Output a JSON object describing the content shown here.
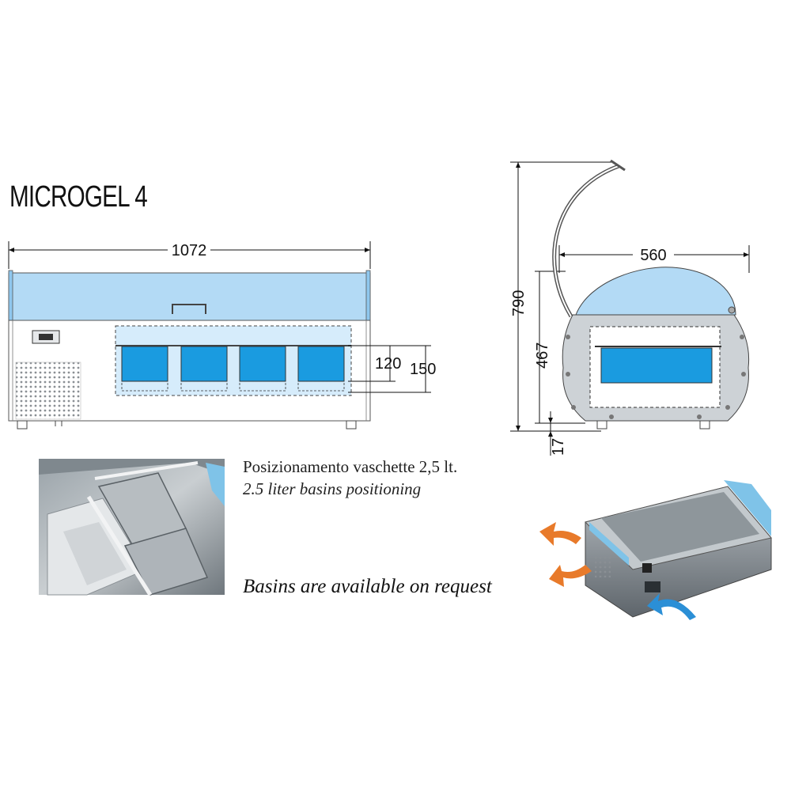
{
  "model_name": "MICROGEL 4",
  "front_view": {
    "width_label": "1072",
    "basin_depth_label": "120",
    "tank_depth_label": "150"
  },
  "side_view": {
    "depth_label": "560",
    "total_height_label": "790",
    "body_height_label": "467",
    "feet_height_label": "17"
  },
  "captions": {
    "positioning_it": "Posizionamento vaschette 2,5 lt.",
    "positioning_en": "2.5 liter basins positioning",
    "availability": "Basins are available on request"
  },
  "colors": {
    "glass_blue": "#b3daf5",
    "basin_blue": "#1a9be0",
    "cabinet_grey": "#cdd2d6",
    "airflow_orange": "#e87a2a",
    "intake_blue": "#2b8fd6"
  }
}
